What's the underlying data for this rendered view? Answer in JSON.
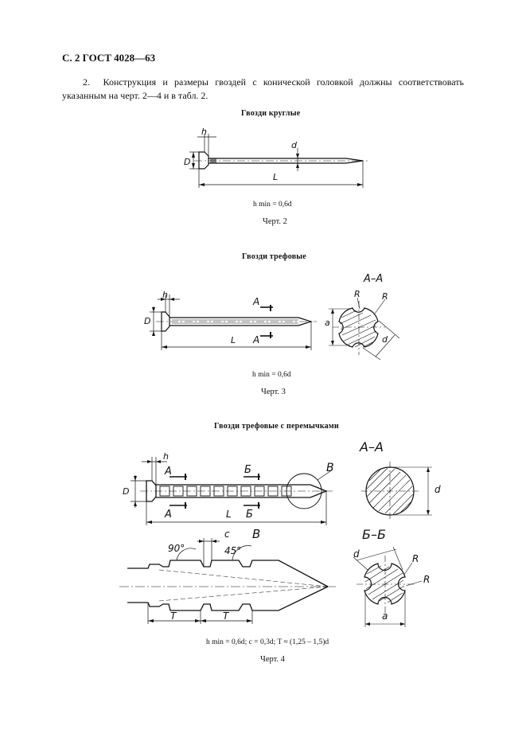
{
  "header": {
    "title": "С. 2 ГОСТ 4028—63"
  },
  "intro": {
    "number": "2.",
    "text": "Конструкция и размеры гвоздей с конической головкой должны соответствовать указанным на черт. 2—4 и в табл. 2."
  },
  "figures": [
    {
      "title": "Гвозди круглые",
      "labels": {
        "h": "h",
        "D": "D",
        "d": "d",
        "L": "L"
      },
      "formula": "h min = 0,6d",
      "caption": "Черт. 2"
    },
    {
      "title": "Гвозди трефовые",
      "labels": {
        "h": "h",
        "D": "D",
        "L": "L",
        "A": "А",
        "section": "А–А",
        "R": "R",
        "a": "a",
        "d": "d"
      },
      "formula": "h min = 0,6d",
      "caption": "Черт. 3"
    },
    {
      "title": "Гвозди трефовые с перемычками",
      "labels": {
        "h": "h",
        "D": "D",
        "L": "L",
        "A": "А",
        "B": "Б",
        "V": "В",
        "section_aa": "А–А",
        "section_bb": "Б–Б",
        "d": "d",
        "R": "R",
        "a": "a",
        "c": "c",
        "T": "T",
        "deg90": "90°",
        "deg45": "45°"
      },
      "formula": "h min = 0,6d; c = 0,3d; T ≈ (1,25 – 1,5)d",
      "caption": "Черт. 4"
    }
  ]
}
